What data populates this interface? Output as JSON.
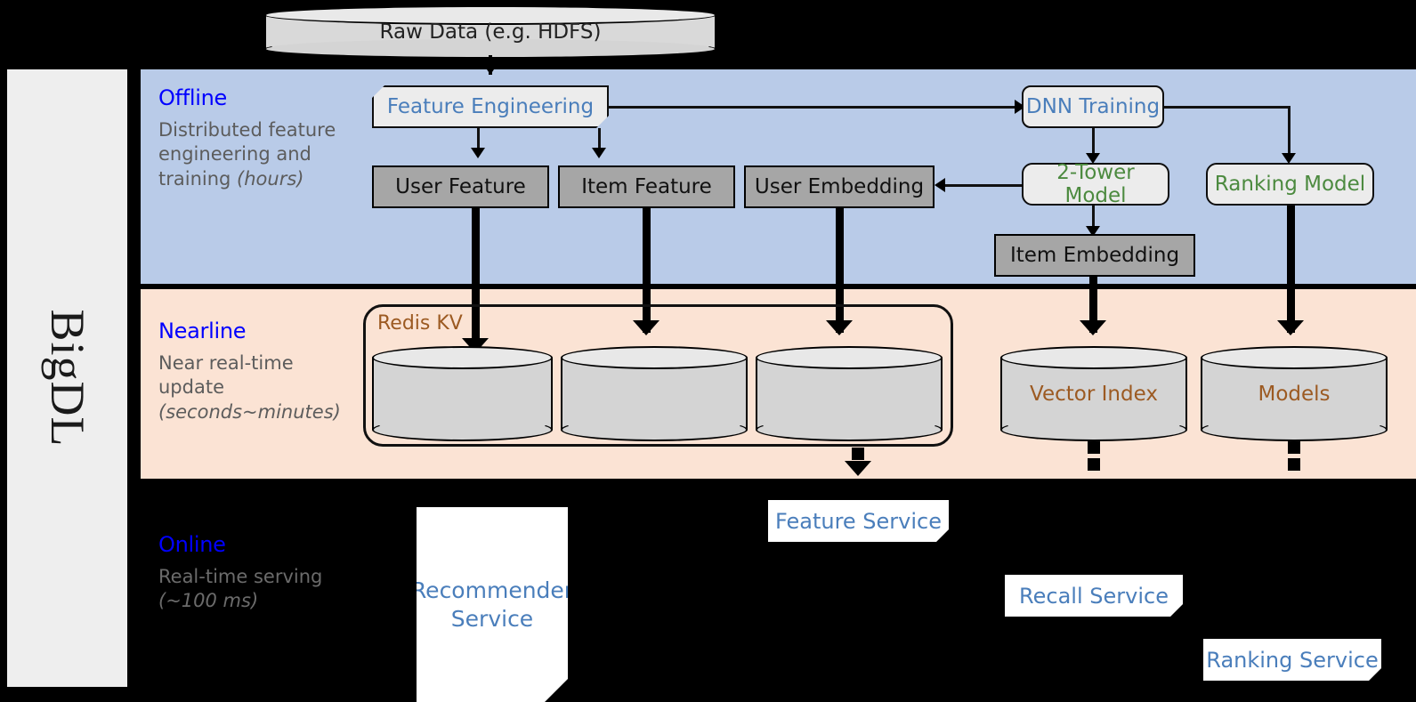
{
  "sidebar": {
    "label": "BigDL"
  },
  "stages": [
    {
      "id": "offline",
      "title": "Offline",
      "desc_plain": "Distributed feature engineering and training ",
      "desc_em": "(hours)"
    },
    {
      "id": "nearline",
      "title": "Nearline",
      "desc_plain": "Near real-time update ",
      "desc_em": "(seconds~minutes)"
    },
    {
      "id": "online",
      "title": "Online",
      "desc_plain": "Real-time serving ",
      "desc_em": "(~100 ms)"
    }
  ],
  "nodes": {
    "raw_data": "Raw Data (e.g. HDFS)",
    "feature_engineering": "Feature Engineering",
    "dnn_training": "DNN Training",
    "user_feature": "User Feature",
    "item_feature": "Item Feature",
    "user_embedding": "User Embedding",
    "two_tower_model": "2-Tower Model",
    "ranking_model": "Ranking Model",
    "item_embedding": "Item Embedding",
    "redis_kv": "Redis KV",
    "vector_index": "Vector Index",
    "models": "Models",
    "recommender_service": "Recommender Service",
    "feature_service": "Feature Service",
    "recall_service": "Recall Service",
    "ranking_service": "Ranking Service"
  },
  "colors": {
    "offline_band": "#b9cbe8",
    "nearline_band": "#fbe3d4",
    "online_band": "#000000",
    "stage_title": "#0000ff",
    "stage_desc": "#5c5c5c",
    "process_text_blue": "#4a7ebb",
    "model_text_green": "#4c8a3f",
    "storage_text_brown": "#9c5a22",
    "gray_box": "#a6a6a6",
    "sidebar": "#eeeeee"
  }
}
